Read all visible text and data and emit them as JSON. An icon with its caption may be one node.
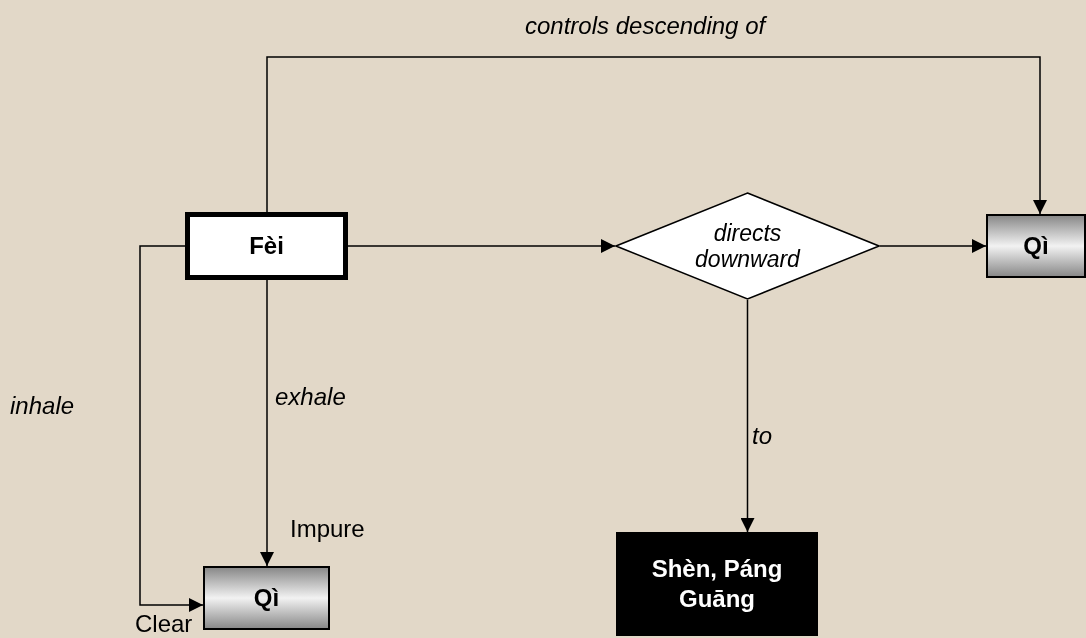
{
  "diagram": {
    "nodes": [
      {
        "text": [
          "Fèi"
        ]
      },
      {
        "text": [
          "directs downward"
        ]
      },
      {
        "text": [
          "Qì"
        ]
      },
      {
        "text": [
          "Qì"
        ]
      },
      {
        "text": [
          "Shèn, Páng Guāng"
        ]
      }
    ],
    "edges": [
      {
        "from": 0,
        "to": 1,
        "arrow": "to"
      },
      {
        "from": 1,
        "to": 2,
        "arrow": "to"
      },
      {
        "from": 0,
        "to": 2,
        "arrow": "to",
        "label": "controls descending of"
      },
      {
        "from": 0,
        "to": 3,
        "arrow": "to",
        "label": "exhale"
      },
      {
        "from": 0,
        "to": 3,
        "arrow": "to",
        "label": "inhale"
      },
      {
        "from": 1,
        "to": 4,
        "arrow": "to",
        "label": "to"
      }
    ],
    "labels": [
      "Impure",
      "Clear"
    ]
  }
}
